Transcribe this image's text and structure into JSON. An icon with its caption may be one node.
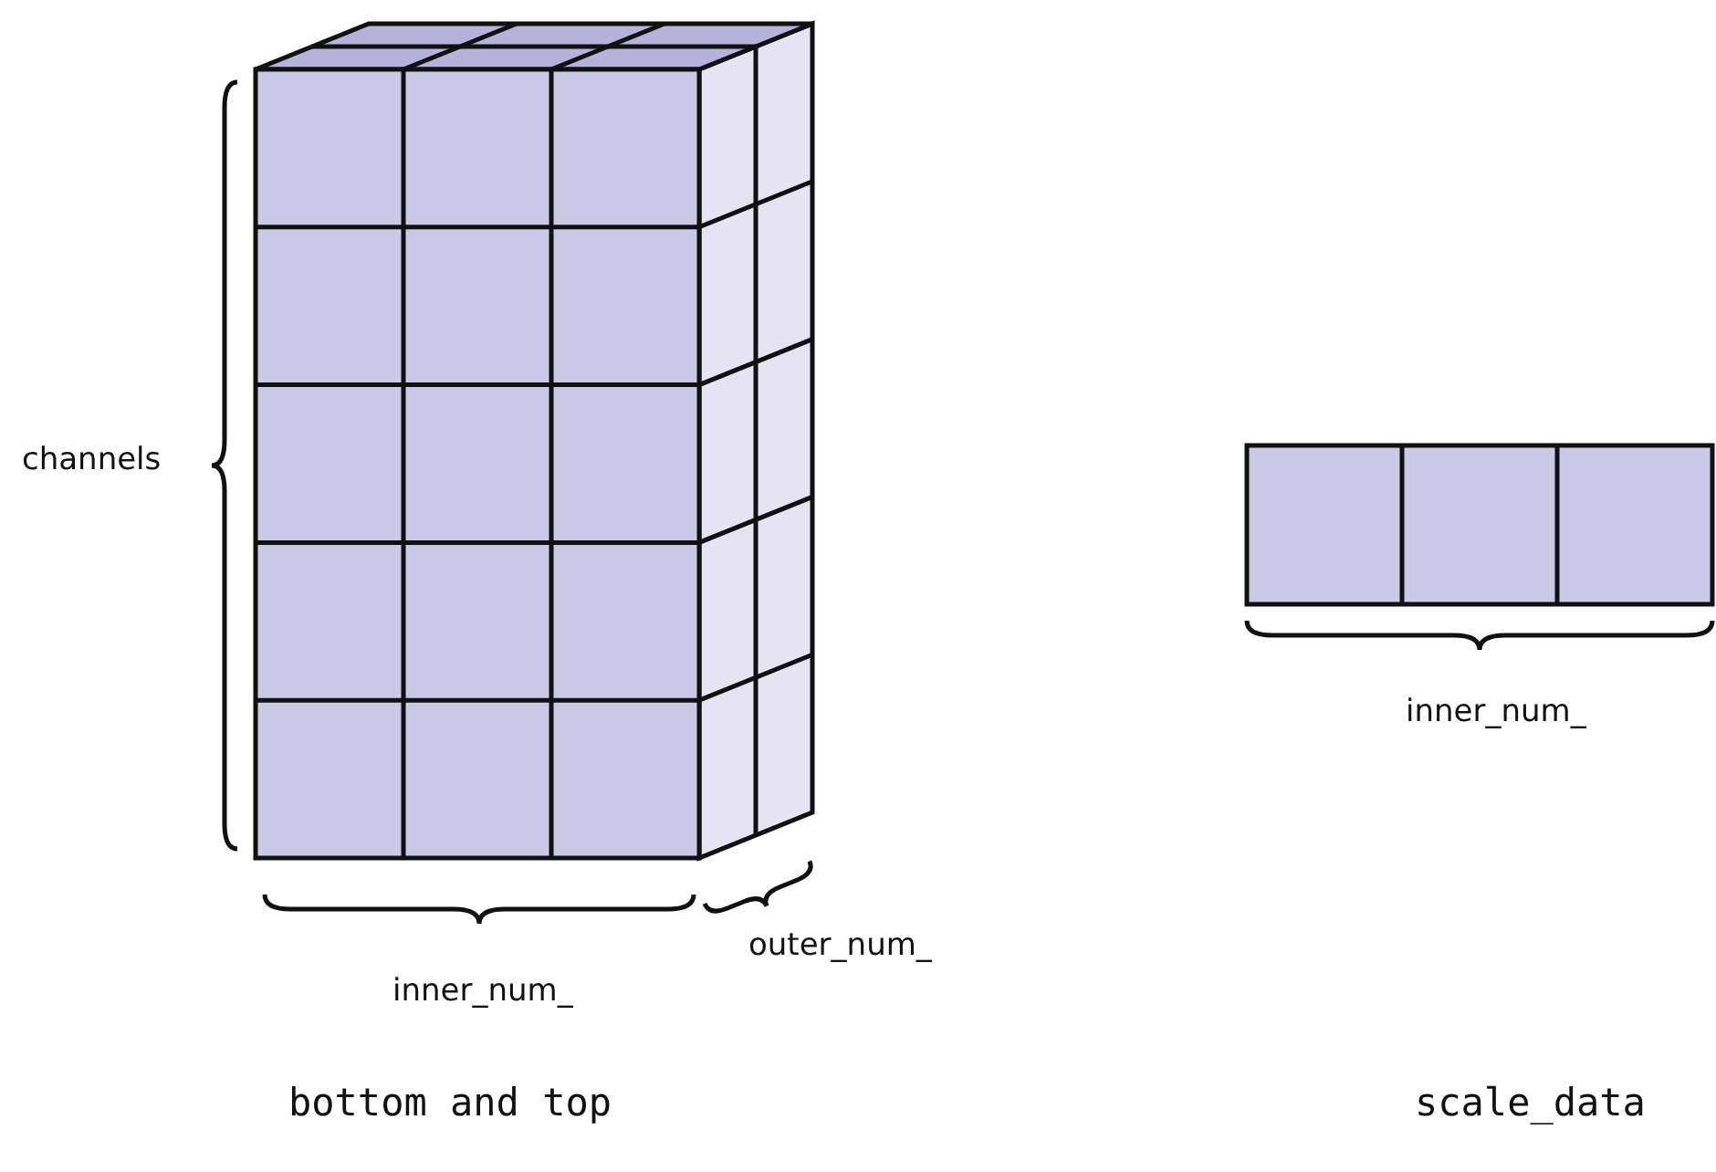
{
  "diagram": {
    "labels": [
      "channels",
      "inner_num_",
      "outer_num_",
      "inner_num_",
      "bottom and top",
      "scale_data"
    ]
  }
}
